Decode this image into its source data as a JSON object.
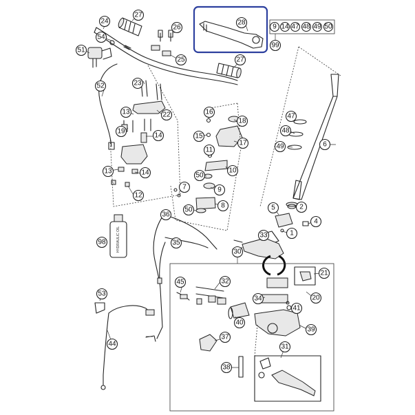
{
  "callouts": {
    "c1": "1",
    "c2": "2",
    "c4": "4",
    "c5": "5",
    "c6": "6",
    "c7": "7",
    "c8": "8",
    "c9": "9",
    "c10": "10",
    "c11": "11",
    "c12": "12",
    "c13a": "13",
    "c13b": "13",
    "c14a": "14",
    "c14b": "14",
    "c15": "15",
    "c16": "16",
    "c17": "17",
    "c18": "18",
    "c19": "19",
    "c20": "20",
    "c21": "21",
    "c22": "22",
    "c23": "23",
    "c24": "24",
    "c25": "25",
    "c26": "26",
    "c27a": "27",
    "c27b": "27",
    "c28": "28",
    "c30": "30",
    "c31": "31",
    "c32": "32",
    "c33": "33",
    "c34": "34",
    "c35": "35",
    "c36": "36",
    "c37": "37",
    "c38": "38",
    "c39": "39",
    "c40": "40",
    "c41": "41",
    "c45": "45",
    "c44": "44",
    "c47": "47",
    "c48": "48",
    "c49": "49",
    "c50a": "50",
    "c50b": "50",
    "c51": "51",
    "c52": "52",
    "c53": "53",
    "c54": "54",
    "c98": "98",
    "c99": "99"
  },
  "group_28": [
    "9",
    "14",
    "47",
    "48",
    "49",
    "50"
  ],
  "bottle_label": "HYDRAULIC OIL",
  "highlight_color": "#2c3f9e"
}
